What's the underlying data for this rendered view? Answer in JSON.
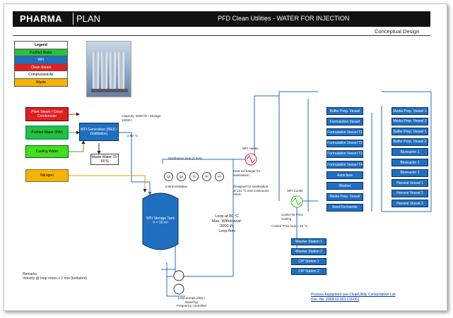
{
  "header": {
    "brand": "PHARMA",
    "brand_suffix": "PLAN",
    "title": "PFD Clean Utilities - WATER FOR INJECTION"
  },
  "subtitle": "Conceptual Design",
  "legend": [
    {
      "label": "Legend",
      "color": "#ffffff"
    },
    {
      "label": "Purified Water",
      "color": "#28c040"
    },
    {
      "label": "WFI",
      "color": "#1f6fc0"
    },
    {
      "label": "Clean Steam",
      "color": "#e02020"
    },
    {
      "label": "Compressed Air",
      "color": "#ffffff"
    },
    {
      "label": "Waste",
      "color": "#f5b400"
    }
  ],
  "sources": {
    "plant_steam": "Plant Steam / Clean Condensate",
    "purified_water": "Purified Water (PW)",
    "cooling_water": "Cooling Water",
    "nitrogen": "Nitrogen"
  },
  "wfi_generation": "WFI Generation (MED / Distillation)",
  "wfi_generation_note": "Capacity: 5000 l/h / Storage: 10000 l",
  "wfi_generation_temp": "≥ 80 °C",
  "waste_water": "Waste Water 15-18 %",
  "tank": {
    "title": "WFI Storage Tank",
    "volume": "V = 10 m³"
  },
  "loop_note_top": "Distribution loop (3 m/s)",
  "hx_hot": "WFI Heater",
  "hx_hot_note": "Heat exchanger for sanitisation",
  "hx_cool": "WFI Cooler",
  "hx_cool_note": "Cooler for POU cooling",
  "design_note": "Designed for sanitisation at 121 °C and continuous return",
  "temp_note": {
    "line1": "Loop at 80 °C",
    "line2": "Max. Withdrawal:",
    "line3": "3000 l/h",
    "line4": "Loop flow"
  },
  "pumps_note": "Loop pumps (duty / stand-by)",
  "pumps_note2": "Frequency controlled",
  "pou_labels": [
    "QI",
    "QI",
    "TI",
    "FI",
    "PI"
  ],
  "pou_note": "Instrumentation",
  "return_note": "Cooled POU loop ~ 25 °C",
  "consumers_hot": [
    "Buffer Prep. Vessel",
    "Formulation Vessel",
    "Formulation Vessel T1",
    "Formulation Vessel T2",
    "Formulation Vessel T3",
    "Formulation Vessel T4",
    "Autoclave",
    "Washer",
    "Media Prep. Vessel",
    "Seed Fermenter"
  ],
  "consumers_right": [
    "Media Prep. Vessel 1",
    "Media Prep. Vessel 2",
    "Buffer Prep. Vessel 1",
    "Buffer Prep. Vessel 2",
    "Bioreactor 1",
    "Bioreactor 2",
    "Bioreactor 3",
    "Harvest Vessel 1",
    "Harvest Vessel 2",
    "Harvest Vessel 3"
  ],
  "consumers_cold": [
    "Washer Station 1",
    "Washer Station 2",
    "CIP Station 1",
    "CIP Station 2"
  ],
  "footnote_title": "Remarks:",
  "footnote": "Velocity @ loop return ≥ 1 m/s (turbulent)",
  "link1": "Process Equipment see CleanUtility Consumption List",
  "link2": "Doc.-No. 2009-12-001-CU-001"
}
